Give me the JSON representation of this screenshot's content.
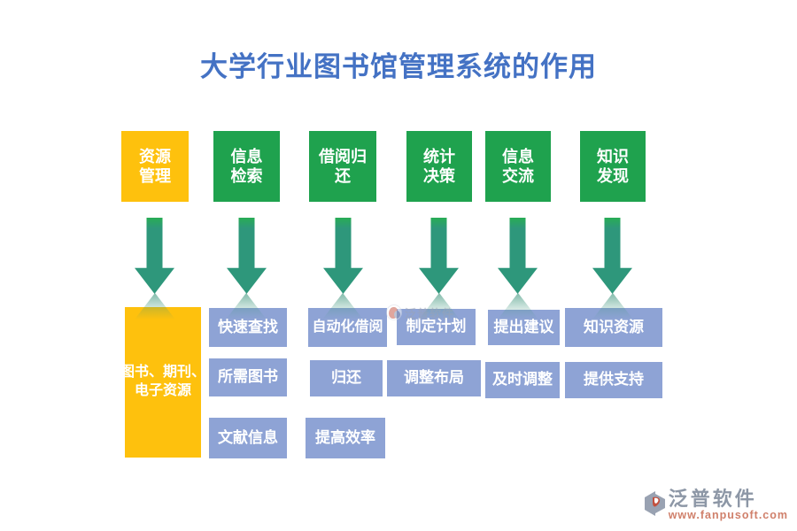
{
  "title": "大学行业图书馆管理系统的作用",
  "columns": [
    {
      "header": "资源\n管理",
      "items": [
        "图书、期刊、\n电子资源"
      ]
    },
    {
      "header": "信息\n检索",
      "items": [
        "快速查找",
        "所需图书",
        "文献信息"
      ]
    },
    {
      "header": "借阅归\n还",
      "items": [
        "自动化借阅",
        "归还",
        "提高效率"
      ]
    },
    {
      "header": "统计\n决策",
      "items": [
        "制定计划",
        "调整布局"
      ]
    },
    {
      "header": "信息\n交流",
      "items": [
        "提出建议",
        "及时调整"
      ]
    },
    {
      "header": "知识\n发现",
      "items": [
        "知识资源",
        "提供支持"
      ]
    }
  ],
  "watermark": {
    "brand": "泛普软件"
  },
  "footer": {
    "brand": "泛普软件",
    "website": "www.fanpusoft.com"
  },
  "colors": {
    "title_blue": "#4472C4",
    "accent_yellow": "#FEC10D",
    "accent_green": "#1FA24E",
    "detail_blue": "#8EA3D5",
    "arrow_teal": "#2E977B",
    "arrow_cap_green": "#28AD55"
  },
  "icons": {
    "down_arrow": "down-arrow",
    "footer_logo": "fanpusoft-logo"
  }
}
